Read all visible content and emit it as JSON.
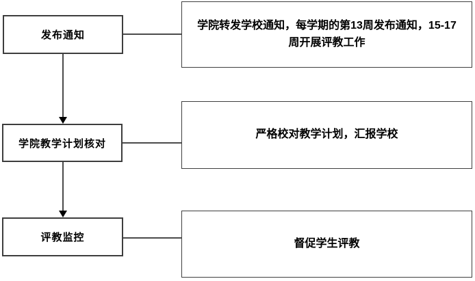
{
  "diagram": {
    "type": "flowchart",
    "background_color": "#ffffff",
    "box_border_color": "#3d3d3d",
    "connector_color": "#4a4a4a",
    "arrowhead_color": "#000000",
    "steps": [
      {
        "label": "发布通知",
        "detail": "学院转发学校通知，每学期的第13周发布通知，15-17周开展评教工作"
      },
      {
        "label": "学院教学计划核对",
        "detail": "严格校对教学计划，汇报学校"
      },
      {
        "label": "评教监控",
        "detail": "督促学生评教"
      }
    ]
  }
}
